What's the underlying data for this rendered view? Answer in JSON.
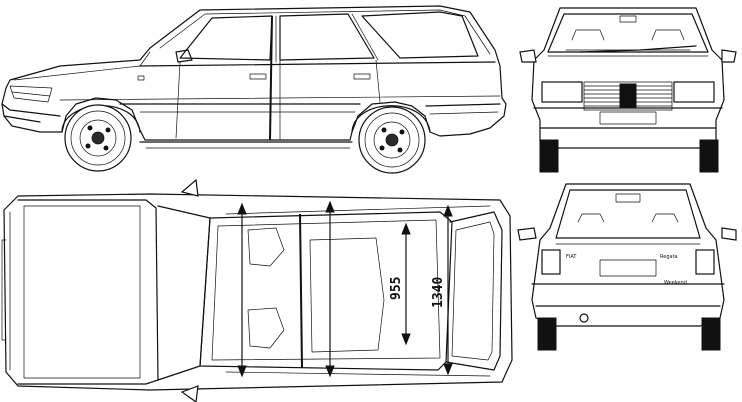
{
  "dimensions": {
    "interior_width_label": "955",
    "overall_width_label": "1340"
  },
  "badges": {
    "rear_model_badge": "Regata",
    "rear_version_badge": "Weekend",
    "rear_left_badge": "FIAT"
  },
  "colors": {
    "line": "#111111",
    "background": "#ffffff"
  }
}
